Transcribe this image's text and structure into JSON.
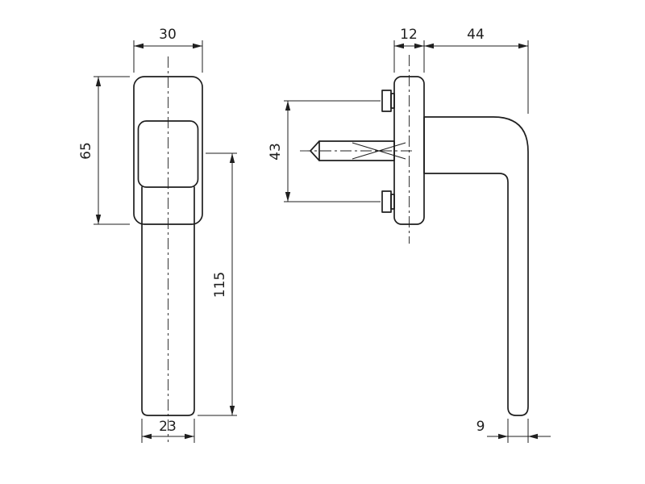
{
  "drawing": {
    "background": "#ffffff",
    "line_color": "#1f1f1f",
    "front_view": {
      "rosette_width_mm": "30",
      "rosette_height_mm": "65",
      "grip_length_mm": "115",
      "grip_width_mm": "23"
    },
    "side_view": {
      "rosette_thickness_mm": "12",
      "projection_mm": "44",
      "screw_spacing_mm": "43",
      "grip_thickness_mm": "9"
    }
  }
}
